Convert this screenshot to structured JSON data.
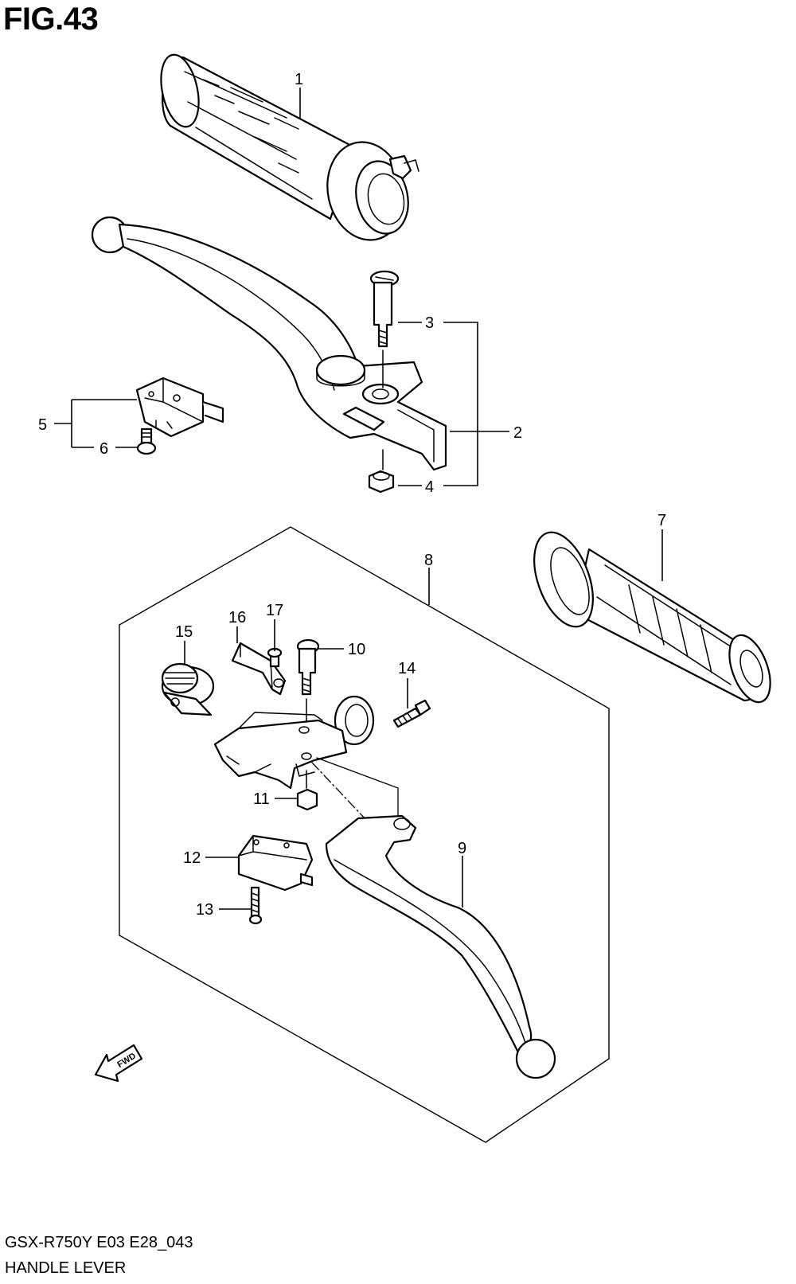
{
  "figure_title": "FIG.43",
  "footer": {
    "model_code": "GSX-R750Y E03 E28_043",
    "section_name": "HANDLE LEVER"
  },
  "fwd_arrow_label": "FWD",
  "callouts": [
    "1",
    "2",
    "3",
    "4",
    "5",
    "6",
    "7",
    "8",
    "9",
    "10",
    "11",
    "12",
    "13",
    "14",
    "15",
    "16",
    "17"
  ]
}
